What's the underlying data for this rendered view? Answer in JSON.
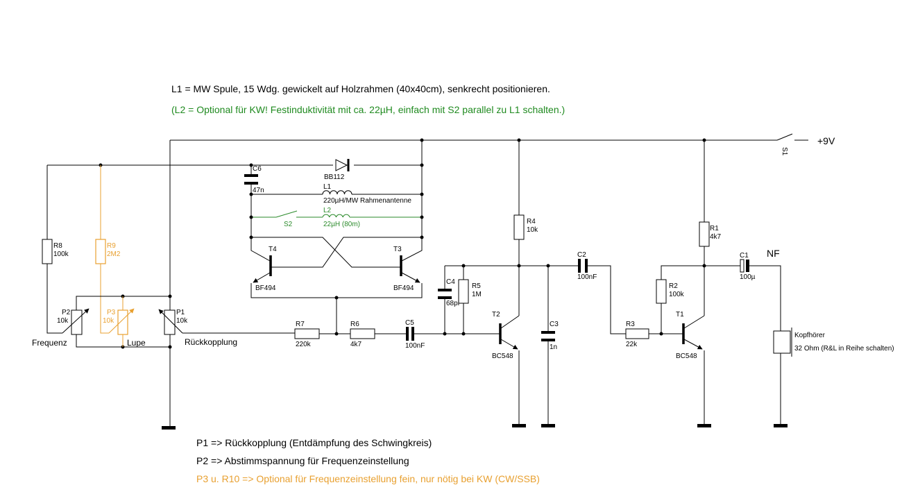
{
  "notes": {
    "line1": "L1 = MW Spule, 15 Wdg. gewickelt auf Holzrahmen (40x40cm), senkrecht positionieren.",
    "line2": "(L2 = Optional für KW! Festinduktivität mit ca. 22µH, einfach mit S2 parallel zu L1 schalten.)",
    "footer1": "P1 => Rückkopplung (Entdämpfung des Schwingkreis)",
    "footer2": "P2 => Abstimmspannung für Frequenzeinstellung",
    "footer3": "P3 u. R10 => Optional für Frequenzeinstellung fein, nur nötig bei KW (CW/SSB)"
  },
  "supply": {
    "label": "+9V",
    "switch": "S1"
  },
  "components": {
    "C6": {
      "name": "C6",
      "value": "47n"
    },
    "D1": {
      "name": "BB112"
    },
    "L1": {
      "name": "L1",
      "value": "220µH/MW Rahmenantenne"
    },
    "L2": {
      "name": "L2",
      "value": "22µH (80m)"
    },
    "S2": {
      "name": "S2"
    },
    "T4": {
      "name": "T4",
      "value": "BF494"
    },
    "T3": {
      "name": "T3",
      "value": "BF494"
    },
    "R8": {
      "name": "R8",
      "value": "100k"
    },
    "R9": {
      "name": "R9",
      "value": "2M2"
    },
    "P2": {
      "name": "P2",
      "value": "10k",
      "function": "Frequenz"
    },
    "P3": {
      "name": "P3",
      "value": "10k",
      "function": "Lupe"
    },
    "P1": {
      "name": "P1",
      "value": "10k",
      "function": "Rückkopplung"
    },
    "R7": {
      "name": "R7",
      "value": "220k"
    },
    "R6": {
      "name": "R6",
      "value": "4k7"
    },
    "C5": {
      "name": "C5",
      "value": "100nF"
    },
    "C4": {
      "name": "C4",
      "value": "68pF"
    },
    "R5": {
      "name": "R5",
      "value": "1M"
    },
    "R4": {
      "name": "R4",
      "value": "10k"
    },
    "T2": {
      "name": "T2",
      "value": "BC548"
    },
    "C3": {
      "name": "C3",
      "value": "1n"
    },
    "C2": {
      "name": "C2",
      "value": "100nF"
    },
    "R3": {
      "name": "R3",
      "value": "22k"
    },
    "R2": {
      "name": "R2",
      "value": "100k"
    },
    "R1": {
      "name": "R1",
      "value": "4k7"
    },
    "T1": {
      "name": "T1",
      "value": "BC548"
    },
    "C1": {
      "name": "C1",
      "value": "100µ"
    },
    "NF": {
      "name": "NF"
    },
    "HP": {
      "name": "Kopfhörer",
      "value": "32 Ohm (R&L in Reihe schalten)"
    }
  },
  "colors": {
    "wire": "#000000",
    "optional_kw": "#2a8a2a",
    "optional_fine": "#e8a030"
  }
}
